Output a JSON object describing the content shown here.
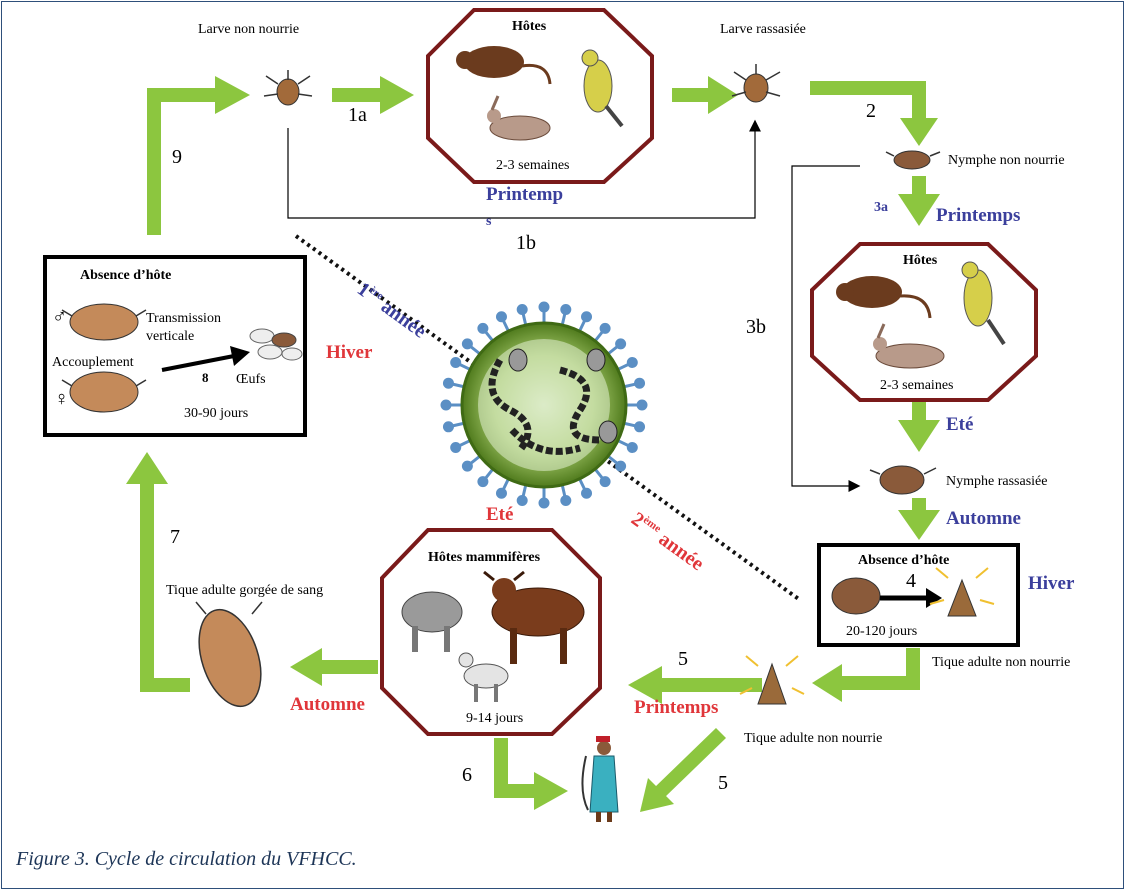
{
  "figure": {
    "caption": "Figure 3. Cycle de circulation du VFHCC."
  },
  "stages": {
    "larve_non_nourrie": "Larve non nourrie",
    "larve_rassasiee": "Larve rassasiée",
    "nymphe_non_nourrie": "Nymphe non nourrie",
    "nymphe_rassasiee": "Nymphe rassasiée",
    "tique_adulte_non_nourrie_1": "Tique adulte non nourrie",
    "tique_adulte_non_nourrie_2": "Tique adulte non nourrie",
    "tique_adulte_gorgee": "Tique adulte gorgée de sang"
  },
  "hosts": {
    "top": {
      "title": "Hôtes",
      "duration": "2-3 semaines"
    },
    "right": {
      "title": "Hôtes",
      "duration": "2-3 semaines"
    },
    "mammals": {
      "title": "Hôtes mammifères",
      "duration": "9-14 jours"
    }
  },
  "boxes": {
    "left": {
      "title": "Absence d’hôte",
      "transmission": "Transmission verticale",
      "transmission_line1": "Transmission",
      "transmission_line2": "verticale",
      "accouplement": "Accouplement",
      "step": "8",
      "oeufs": "Œufs",
      "duration": "30-90 jours",
      "male_symbol": "♂",
      "female_symbol": "♀"
    },
    "right": {
      "title": "Absence d’hôte",
      "step": "4",
      "duration": "20-120 jours"
    }
  },
  "steps": {
    "s1a": "1a",
    "s1b": "1b",
    "s2": "2",
    "s3a": "3a",
    "s3b": "3b",
    "s5a": "5",
    "s5b": "5",
    "s6": "6",
    "s7": "7",
    "s9": "9"
  },
  "seasons": {
    "printemps_top_line1": "Printemp",
    "printemps_top_line2": "s",
    "printemps_right": "Printemps",
    "ete_right": "Eté",
    "automne_right": "Automne",
    "hiver_right": "Hiver",
    "hiver_left": "Hiver",
    "ete_center": "Eté",
    "printemps_bottom": "Printemps",
    "automne_bottom": "Automne"
  },
  "years": {
    "first": "1ère année",
    "first_base": "1",
    "first_sup": "ère",
    "first_word": " année",
    "second_base": "2",
    "second_sup": "ème",
    "second_word": " année"
  },
  "colors": {
    "arrow_green": "#8cc63f",
    "octagon_border": "#7a1a1a",
    "season_blue": "#3b3f9c",
    "season_red": "#e0363a",
    "virus_green": "#6a9a2a",
    "virus_spike": "#5b8fc4"
  }
}
